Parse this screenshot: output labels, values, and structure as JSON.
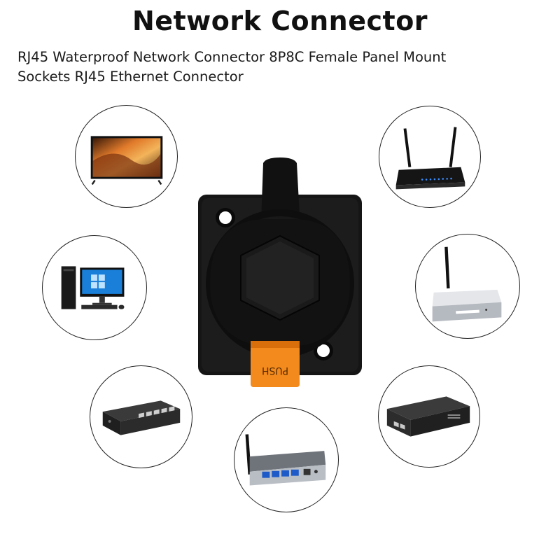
{
  "title": "Network Connector",
  "subtitle_lines": [
    "RJ45 Waterproof Network Connector 8P8C Female Panel Mount",
    " Sockets RJ45 Ethernet Connector"
  ],
  "product": {
    "cap_label": "PUSH",
    "accent_color": "#f28a1e",
    "body_color": "#141414"
  },
  "devices": [
    {
      "name": "tv-icon"
    },
    {
      "name": "wifi-router-icon"
    },
    {
      "name": "desktop-computer-icon"
    },
    {
      "name": "tv-box-icon"
    },
    {
      "name": "network-switch-icon"
    },
    {
      "name": "router-icon"
    },
    {
      "name": "network-switch-icon"
    }
  ]
}
